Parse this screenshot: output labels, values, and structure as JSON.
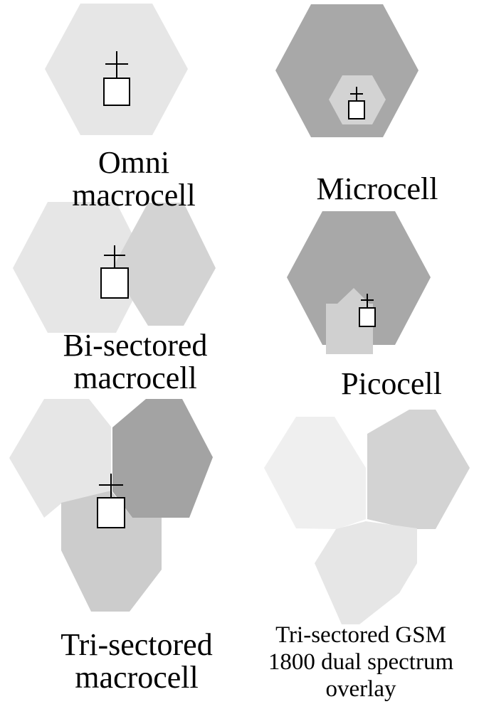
{
  "colors": {
    "light": "#e6e6e6",
    "lighter": "#efefef",
    "mid": "#d3d3d3",
    "mid2": "#cccccc",
    "dark": "#a8a8a8",
    "dark2": "#a3a3a3",
    "arrow": "#d0d0d0",
    "outline": "#000000"
  },
  "panels": {
    "omni": {
      "label_line1": "Omni",
      "label_line2": "macrocell"
    },
    "micro": {
      "label": "Microcell"
    },
    "bi": {
      "label_line1": "Bi-sectored",
      "label_line2": "macrocell"
    },
    "pico": {
      "label": "Picocell"
    },
    "tri": {
      "label_line1": "Tri-sectored",
      "label_line2": "macrocell"
    },
    "gsm": {
      "label_line1": "Tri-sectored GSM",
      "label_line2": "1800 dual spectrum",
      "label_line3": "overlay"
    }
  },
  "icons": {
    "antenna": "antenna-site-icon"
  }
}
